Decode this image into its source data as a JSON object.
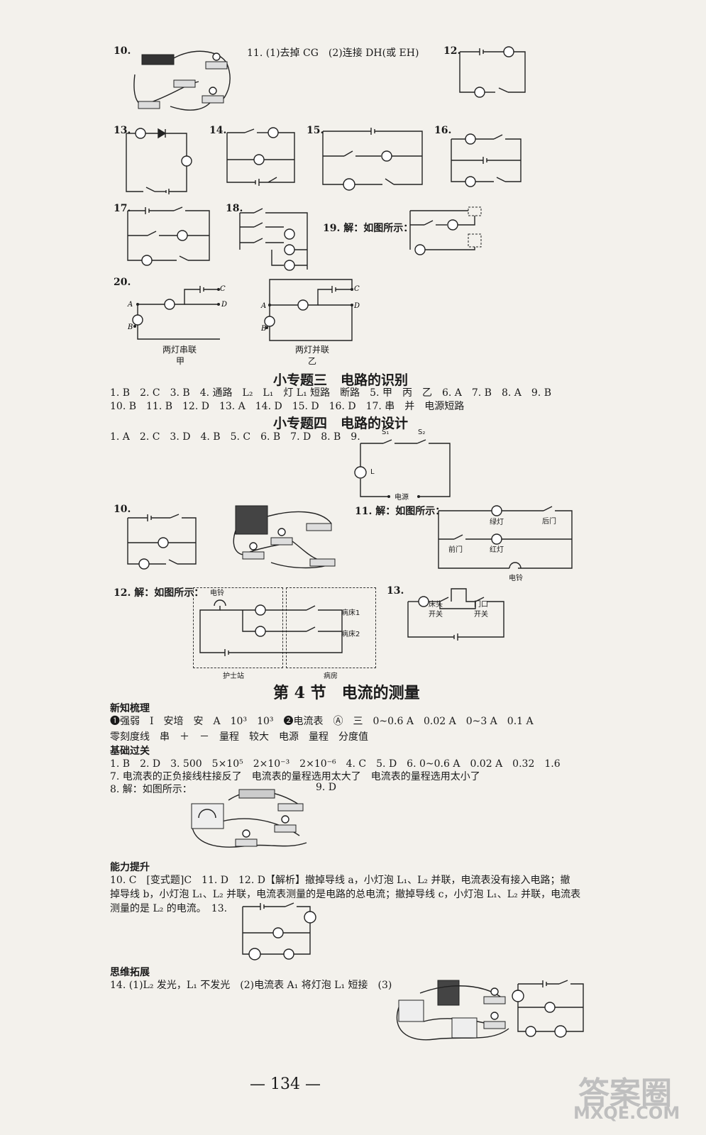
{
  "page": {
    "number": "134",
    "number_dashes": "— 134 —"
  },
  "section_a": {
    "q10": "10.",
    "q11": "11. (1)去掉 CG　(2)连接 DH(或 EH)",
    "q12": "12.",
    "q13": "13.",
    "q14": "14.",
    "q15": "15.",
    "q16": "16.",
    "q17": "17.",
    "q18": "18.",
    "q19": "19. 解：如图所示：",
    "q20": "20.",
    "caption_jia_1": "两灯串联",
    "caption_jia_2": "甲",
    "caption_yi_1": "两灯并联",
    "caption_yi_2": "乙"
  },
  "topic3": {
    "title": "小专题三　电路的识别",
    "line1": "1. B　2. C　3. B　4. 通路　L₂　L₁　灯 L₁ 短路　断路　5. 甲　丙　乙　6. A　7. B　8. A　9. B",
    "line2": "10. B　11. B　12. D　13. A　14. D　15. D　16. D　17. 串　并　电源短路"
  },
  "topic4": {
    "title": "小专题四　电路的设计",
    "line1": "1. A　2. C　3. D　4. B　5. C　6. B　7. D　8. B　9.",
    "q9_diagram_labels": {
      "s1": "S₁",
      "s2": "S₂",
      "lamp": "L",
      "source": "电源"
    },
    "q10": "10.",
    "q11": "11. 解：如图所示：",
    "q11_labels": {
      "green": "绿灯",
      "back": "后门",
      "front": "前门",
      "red": "红灯",
      "bell": "电铃"
    },
    "q12": "12. 解：如图所示：",
    "q12_labels": {
      "bell": "电铃",
      "bed1": "病床1",
      "bed2": "病床2",
      "station": "护士站",
      "ward": "病房"
    },
    "q13": "13.",
    "q13_labels": {
      "bed": "床头",
      "bed2": "开关",
      "door": "门口",
      "door2": "开关"
    }
  },
  "section4": {
    "title": "第 4 节　电流的测量",
    "new_knowledge": "新知梳理",
    "nk_line1": "❶强弱　I　安培　安　A　10³　10³　❷电流表　Ⓐ　三　0~0.6 A　0.02 A　0~3 A　0.1 A",
    "nk_line2": "零刻度线　串　＋　－　量程　较大　电源　量程　分度值",
    "basic": "基础过关",
    "b_line1": "1. B　2. D　3. 500　5×10⁵　2×10⁻³　2×10⁻⁶　4. C　5. D　6. 0~0.6 A　0.02 A　0.32　1.6",
    "b_line2": "7. 电流表的正负接线柱接反了　电流表的量程选用太大了　电流表的量程选用太小了",
    "b_line3a": "8. 解：如图所示：",
    "b_line3b": "9. D",
    "ability": "能力提升",
    "a_line1": "10. C　[变式题]C　11. D　12. D【解析】撤掉导线 a，小灯泡 L₁、L₂ 并联，电流表没有接入电路；撤",
    "a_line2": "掉导线 b，小灯泡 L₁、L₂ 并联，电流表测量的是电路的总电流；撤掉导线 c，小灯泡 L₁、L₂ 并联，电流表",
    "a_line3": "测量的是 L₂ 的电流。　13.",
    "thinking": "思维拓展",
    "t_line1": "14. (1)L₂ 发光，L₁ 不发光　(2)电流表 A₁ 将灯泡 L₁ 短接　(3)"
  },
  "watermark": {
    "line1": "答案圈",
    "line2": "MXQE.COM"
  }
}
